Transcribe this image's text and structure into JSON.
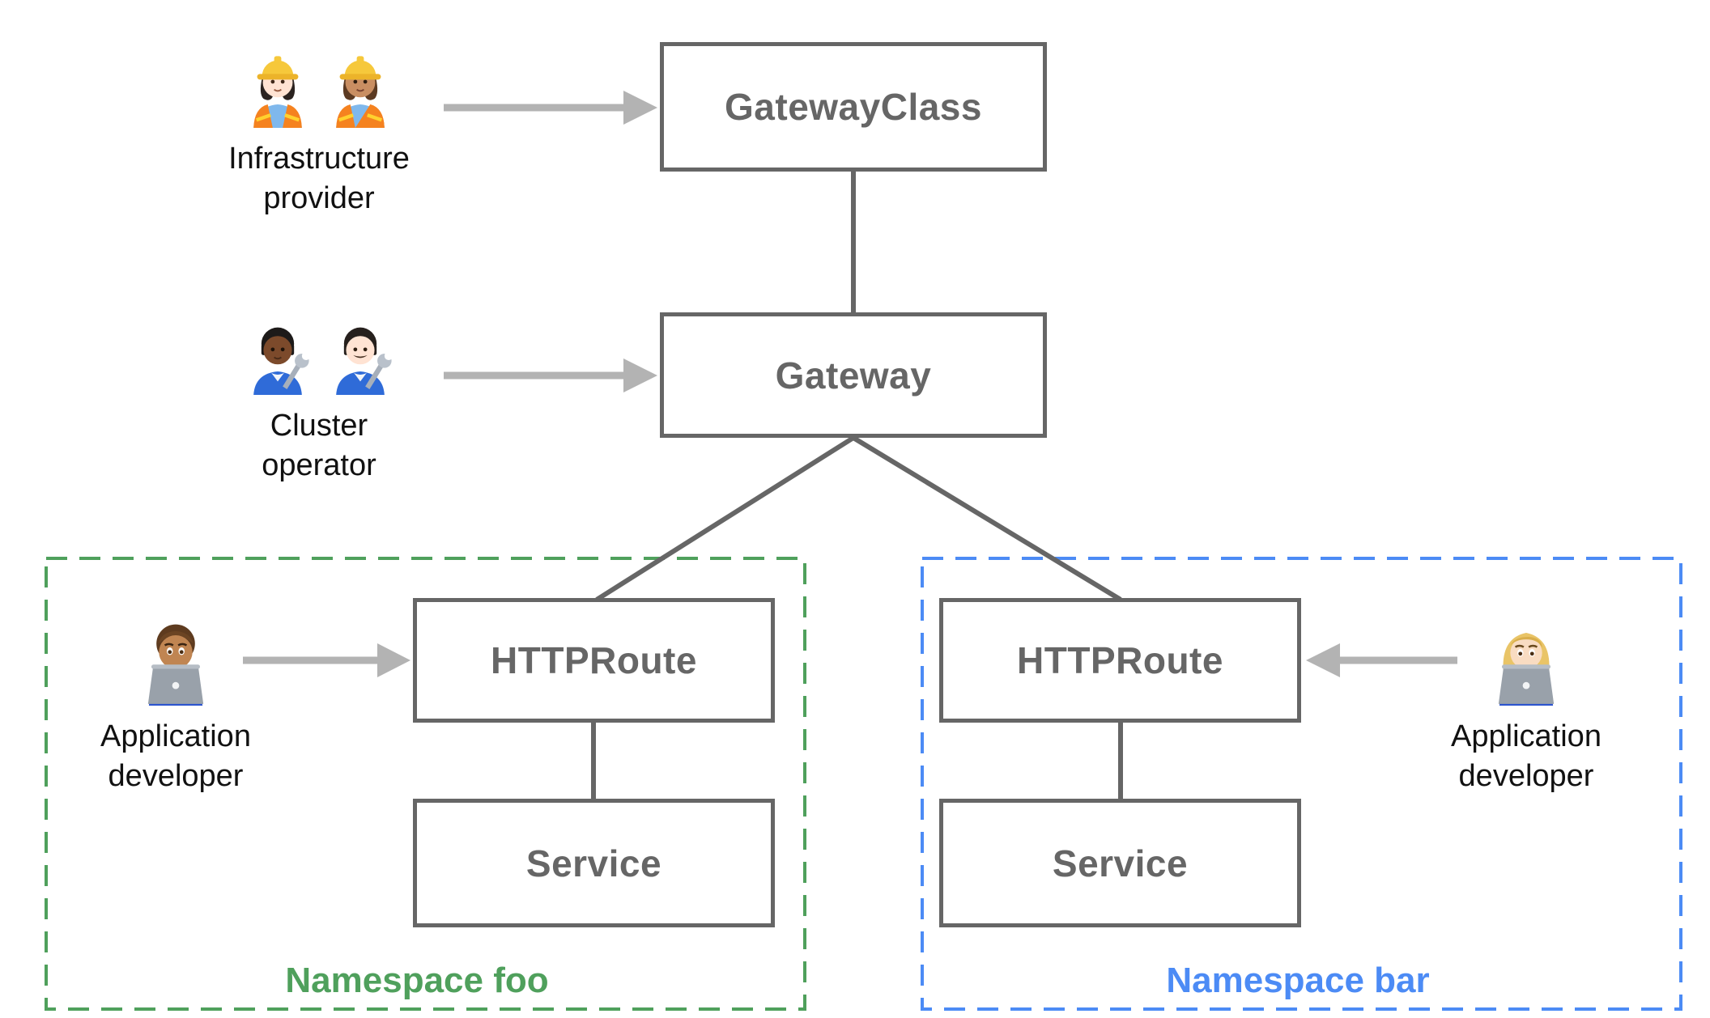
{
  "diagram": {
    "type": "architecture-diagram",
    "nodes": [
      {
        "id": "gatewayclass",
        "label": "GatewayClass"
      },
      {
        "id": "gateway",
        "label": "Gateway"
      },
      {
        "id": "httproute-foo",
        "label": "HTTPRoute",
        "namespace": "foo"
      },
      {
        "id": "service-foo",
        "label": "Service",
        "namespace": "foo"
      },
      {
        "id": "httproute-bar",
        "label": "HTTPRoute",
        "namespace": "bar"
      },
      {
        "id": "service-bar",
        "label": "Service",
        "namespace": "bar"
      }
    ],
    "edges": [
      {
        "from": "GatewayClass",
        "to": "Gateway",
        "style": "solid-line"
      },
      {
        "from": "Gateway",
        "to": "HTTPRoute (Namespace foo)",
        "style": "solid-line"
      },
      {
        "from": "Gateway",
        "to": "HTTPRoute (Namespace bar)",
        "style": "solid-line"
      },
      {
        "from": "HTTPRoute (Namespace foo)",
        "to": "Service (Namespace foo)",
        "style": "solid-line"
      },
      {
        "from": "HTTPRoute (Namespace bar)",
        "to": "Service (Namespace bar)",
        "style": "solid-line"
      }
    ],
    "namespaces": [
      {
        "id": "foo",
        "label": "Namespace foo",
        "accent_color": "#4FA05C",
        "border_style": "dashed"
      },
      {
        "id": "bar",
        "label": "Namespace bar",
        "accent_color": "#4C8BF5",
        "border_style": "dashed"
      }
    ],
    "personas": [
      {
        "id": "infrastructure-provider",
        "label_lines": [
          "Infrastructure",
          "provider"
        ],
        "icons": [
          "woman-construction-worker-light-skin-icon",
          "woman-construction-worker-medium-skin-icon"
        ],
        "arrow_to": "GatewayClass"
      },
      {
        "id": "cluster-operator",
        "label_lines": [
          "Cluster",
          "operator"
        ],
        "icons": [
          "mechanic-dark-skin-icon",
          "man-mechanic-light-skin-icon"
        ],
        "arrow_to": "Gateway"
      },
      {
        "id": "application-developer-foo",
        "label_lines": [
          "Application",
          "developer"
        ],
        "icons": [
          "man-technologist-icon"
        ],
        "arrow_to": "HTTPRoute (Namespace foo)"
      },
      {
        "id": "application-developer-bar",
        "label_lines": [
          "Application",
          "developer"
        ],
        "icons": [
          "woman-technologist-icon"
        ],
        "arrow_to": "HTTPRoute (Namespace bar)"
      }
    ],
    "colors": {
      "background": "#FFFFFF",
      "node_border": "#666666",
      "node_text": "#666666",
      "connector": "#666666",
      "arrow": "#B3B3B3",
      "persona_text": "#111111",
      "namespace_foo": "#4FA05C",
      "namespace_bar": "#4C8BF5"
    }
  }
}
